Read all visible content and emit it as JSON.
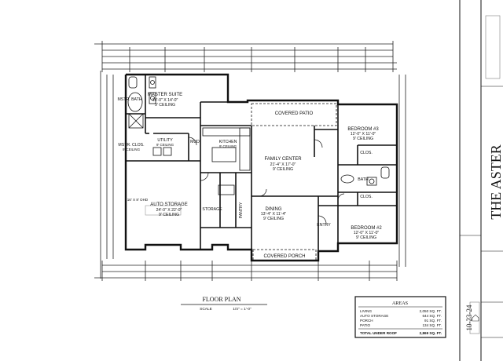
{
  "plan": {
    "title": "FLOOR PLAN",
    "scale_label": "SCALE",
    "scale_value": "1/4\" = 1'-0\"",
    "rooms": [
      {
        "name": "MSTR. BATH",
        "dims": "",
        "ceiling": ""
      },
      {
        "name": "MASTER SUITE",
        "dims": "14'-0\" X 14'-0\"",
        "ceiling": "9' CEILING"
      },
      {
        "name": "COVERED PATIO",
        "dims": "",
        "ceiling": ""
      },
      {
        "name": "BEDROOM #3",
        "dims": "12'-0\" X 11'-0\"",
        "ceiling": "9' CEILING"
      },
      {
        "name": "MSTR. CLOS.",
        "dims": "",
        "ceiling": "9' CEILING"
      },
      {
        "name": "UTILITY",
        "dims": "",
        "ceiling": "9' CEILING"
      },
      {
        "name": "MUD",
        "dims": "",
        "ceiling": ""
      },
      {
        "name": "KITCHEN",
        "dims": "",
        "ceiling": "9' CEILING"
      },
      {
        "name": "FAMILY CENTER",
        "dims": "21'-4\" X 17'-0\"",
        "ceiling": "9' CEILING"
      },
      {
        "name": "CLOS.",
        "dims": "",
        "ceiling": ""
      },
      {
        "name": "BATH",
        "dims": "",
        "ceiling": ""
      },
      {
        "name": "AUTO STORAGE",
        "dims": "24'-0\" X 22'-0\"",
        "ceiling": "9' CEILING"
      },
      {
        "name": "STORAGE",
        "dims": "",
        "ceiling": ""
      },
      {
        "name": "PANTRY",
        "dims": "",
        "ceiling": ""
      },
      {
        "name": "DINING",
        "dims": "13'-4\" X 11'-4\"",
        "ceiling": "9' CEILING"
      },
      {
        "name": "ENTRY",
        "dims": "",
        "ceiling": ""
      },
      {
        "name": "CLOS.",
        "dims": "",
        "ceiling": ""
      },
      {
        "name": "BEDROOM #2",
        "dims": "12'-0\" X 11'-0\"",
        "ceiling": "9' CEILING"
      },
      {
        "name": "COVERED PORCH",
        "dims": "",
        "ceiling": ""
      }
    ],
    "garage_door": "16' X 8' OHD"
  },
  "areas": {
    "heading": "AREAS",
    "rows": [
      {
        "label": "LIVING",
        "value": "2,050 SQ. FT."
      },
      {
        "label": "AUTO STORAGE",
        "value": "644 SQ. FT."
      },
      {
        "label": "PORCH",
        "value": "91 SQ. FT."
      },
      {
        "label": "PATIO",
        "value": "134 SQ. FT."
      }
    ],
    "total_label": "TOTAL UNDER ROOF",
    "total_value": "2,869 SQ. FT."
  },
  "title_block": {
    "name": "THE ASTER",
    "date": "10-23-24"
  }
}
